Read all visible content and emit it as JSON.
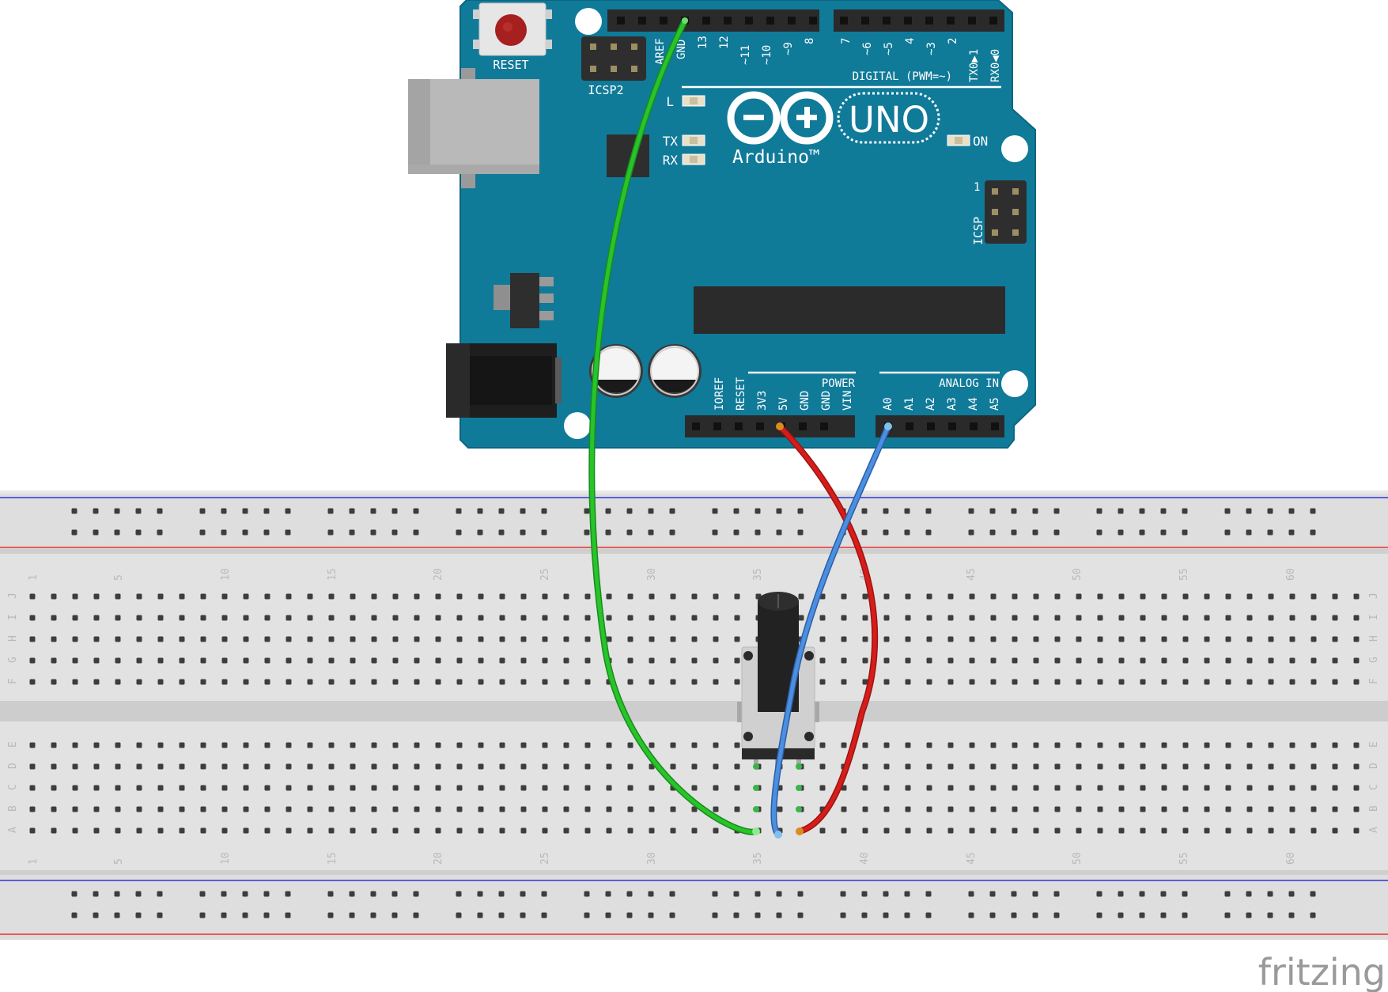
{
  "board": {
    "reset_label": "RESET",
    "icsp2_label": "ICSP2",
    "icsp_label": "ICSP",
    "icsp_pin1": "1",
    "digital_header_label": "DIGITAL (PWM=~)",
    "digital_pins_left": [
      "AREF",
      "GND",
      "13",
      "12",
      "~11",
      "~10",
      "~9",
      "8"
    ],
    "digital_pins_right": [
      "7",
      "~6",
      "~5",
      "4",
      "~3",
      "2",
      "TX0▶1",
      "RX0◀0"
    ],
    "led_l": "L",
    "led_tx": "TX",
    "led_rx": "RX",
    "led_on": "ON",
    "logo_text": "Arduino™",
    "model_text": "UNO",
    "power_label": "POWER",
    "power_pins": [
      "IOREF",
      "RESET",
      "3V3",
      "5V",
      "GND",
      "GND",
      "VIN"
    ],
    "analog_label": "ANALOG IN",
    "analog_pins": [
      "A0",
      "A1",
      "A2",
      "A3",
      "A4",
      "A5"
    ]
  },
  "breadboard": {
    "row_letters_top": [
      "J",
      "I",
      "H",
      "G",
      "F"
    ],
    "row_letters_bottom": [
      "E",
      "D",
      "C",
      "B",
      "A"
    ],
    "column_numbers": [
      "1",
      "5",
      "10",
      "15",
      "20",
      "25",
      "30",
      "35",
      "40",
      "45",
      "50",
      "55",
      "60"
    ]
  },
  "wires": [
    {
      "name": "gnd-wire",
      "from": "GND",
      "to": "35",
      "color": "#27b42a"
    },
    {
      "name": "analog-wire",
      "from": "A0",
      "to": "36",
      "color": "#3f82d6"
    },
    {
      "name": "power-wire",
      "from": "5V",
      "to": "37",
      "color": "#cc1b17"
    }
  ],
  "colors": {
    "board": "#107a99",
    "breadboard": "#dedede",
    "rail_red": "#e8302d",
    "rail_blue": "#2d36d6"
  },
  "watermark": "fritzing"
}
